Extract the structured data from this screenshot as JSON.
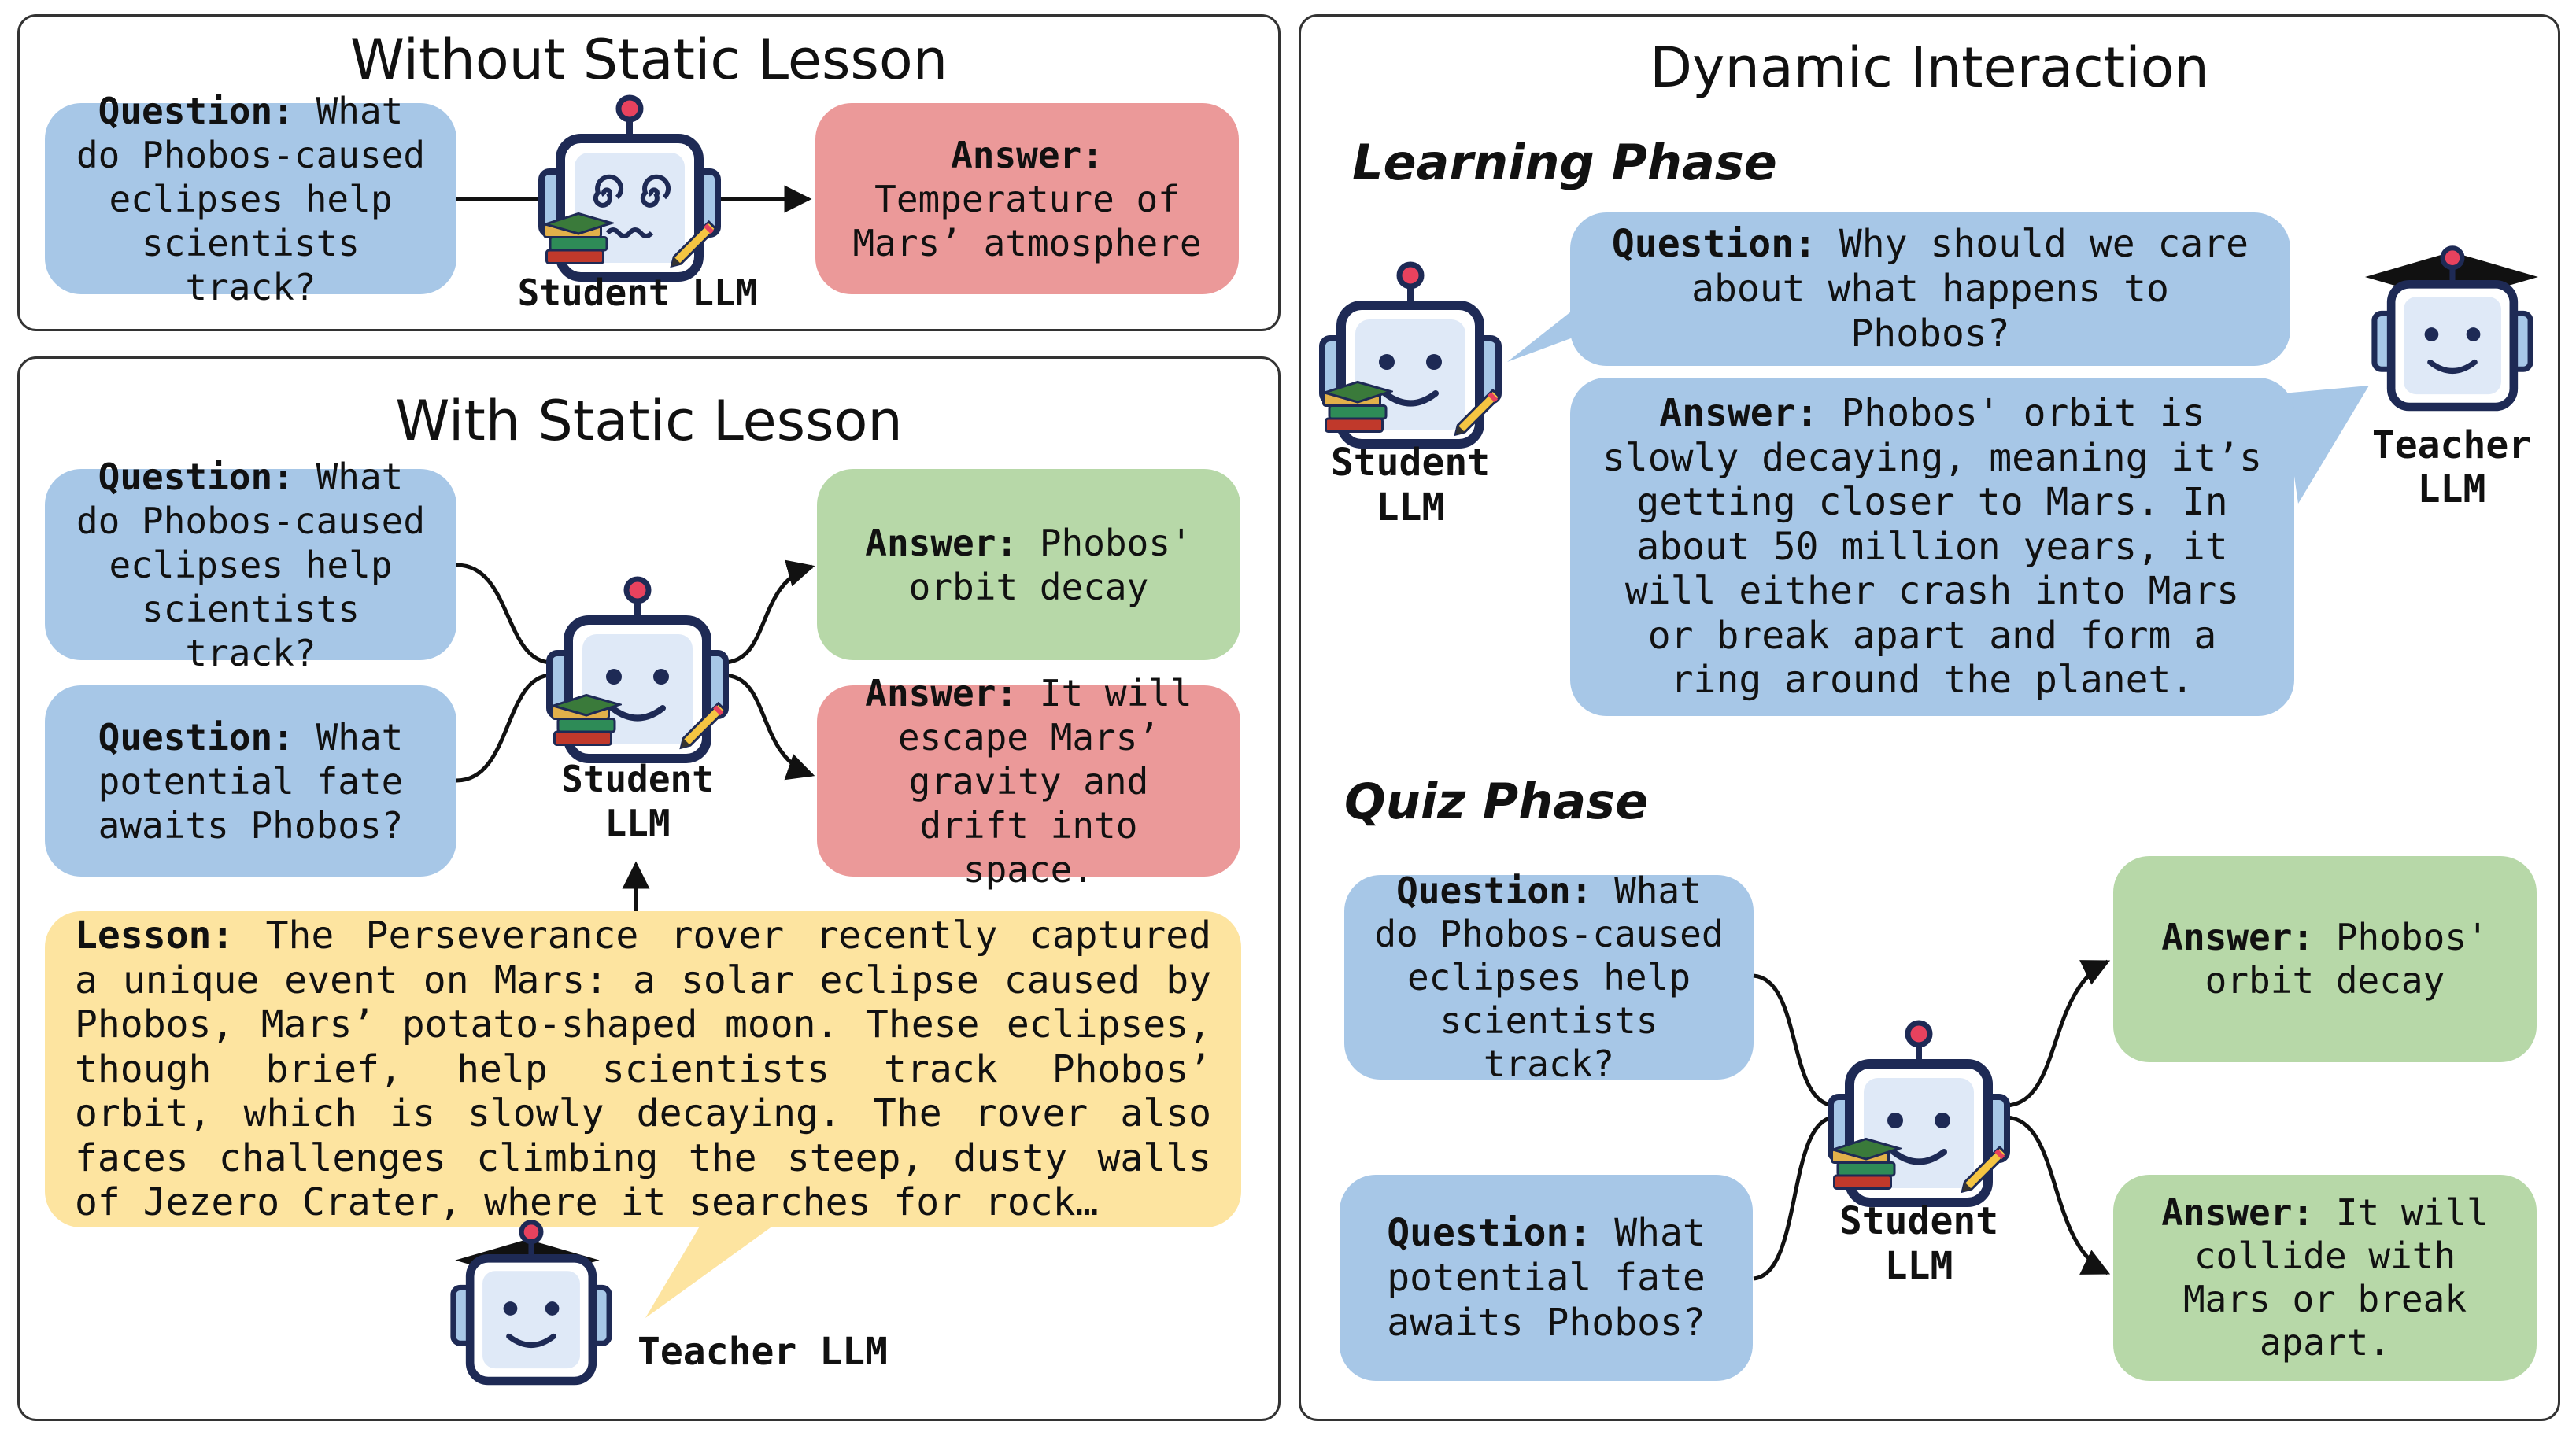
{
  "panels": {
    "without": {
      "title": "Without Static Lesson"
    },
    "with": {
      "title": "With Static Lesson"
    },
    "dynamic": {
      "title": "Dynamic Interaction"
    }
  },
  "phases": {
    "learning": "Learning Phase",
    "quiz": "Quiz Phase"
  },
  "keys": {
    "question": "Question:",
    "answer": "Answer:",
    "lesson": "Lesson:"
  },
  "without": {
    "question": "What do Phobos-caused eclipses help scientists track?",
    "answer": "Temperature of Mars’ atmosphere",
    "student_label": "Student LLM"
  },
  "with": {
    "q1": "What do Phobos-caused eclipses help scientists track?",
    "q2": "What potential fate awaits Phobos?",
    "a1": "Phobos' orbit decay",
    "a2": "It will escape Mars’ gravity and drift into space.",
    "student_label": "Student LLM",
    "lesson": "The Perseverance rover recently captured a unique event on Mars: a solar eclipse caused by Phobos, Mars’ potato-shaped moon. These eclipses, though brief, help scientists track Phobos’ orbit, which is slowly decaying. The rover also faces challenges climbing the steep, dusty walls of Jezero Crater, where it searches for rock…",
    "teacher_label": "Teacher LLM"
  },
  "dynamic": {
    "learn_question": "Why should we care about what happens to Phobos?",
    "learn_answer": "Phobos' orbit is slowly decaying, meaning it’s getting closer to Mars. In about 50 million years, it will either crash into Mars or break apart and form a ring around the planet.",
    "student_label": "Student LLM",
    "teacher_label": "Teacher LLM",
    "q1": "What do Phobos-caused eclipses help scientists track?",
    "q2": "What potential fate awaits Phobos?",
    "a1": "Phobos' orbit decay",
    "a2": "It will collide with Mars or break apart.",
    "quiz_student_label": "Student LLM"
  },
  "colors": {
    "blue": "#a7c7e7",
    "red": "#eb9999",
    "green": "#b7d8a8",
    "yellow": "#fde4a0",
    "robot": "#1e2a55"
  },
  "icons": [
    "student-robot-icon",
    "confused-robot-icon",
    "teacher-robot-icon",
    "graduation-cap-icon",
    "books-icon",
    "pencil-icon"
  ]
}
